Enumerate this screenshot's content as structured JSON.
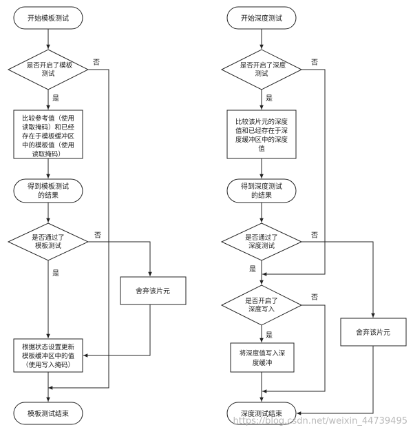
{
  "left": {
    "start": "开始模板测试",
    "d1": [
      "是否开启了模板",
      "测试"
    ],
    "d1_yes": "是",
    "d1_no": "否",
    "compare": [
      "比较参考值（使用",
      "读取掩码）和已经",
      "存在于模板缓冲区",
      "中的模板值（使用",
      "读取掩码）"
    ],
    "result": [
      "得到模板测试",
      "的结果"
    ],
    "d2": [
      "是否通过了",
      "模板测试"
    ],
    "d2_yes": "是",
    "d2_no": "否",
    "discard": "舍弃该片元",
    "update": [
      "根据状态设置更新",
      "模板缓冲区中的值",
      "（使用写入掩码）"
    ],
    "end": "模板测试结束"
  },
  "right": {
    "start": "开始深度测试",
    "d1": [
      "是否开启了深度",
      "测试"
    ],
    "d1_yes": "是",
    "d1_no": "否",
    "compare": [
      "比较该片元的深度",
      "值和已经存在于深",
      "度缓冲区中的深度",
      "值"
    ],
    "result": [
      "得到深度测试",
      "的结果"
    ],
    "d2": [
      "是否通过了",
      "深度测试"
    ],
    "d2_yes": "是",
    "d2_no": "否",
    "d3": [
      "是否开启了",
      "深度写入"
    ],
    "d3_yes": "是",
    "d3_no": "否",
    "write": [
      "将深度值写入深",
      "度缓冲"
    ],
    "discard": "舍弃该片元",
    "end": "深度测试结束"
  },
  "watermark": "https://blog.csdn.net/weixin_44739495"
}
